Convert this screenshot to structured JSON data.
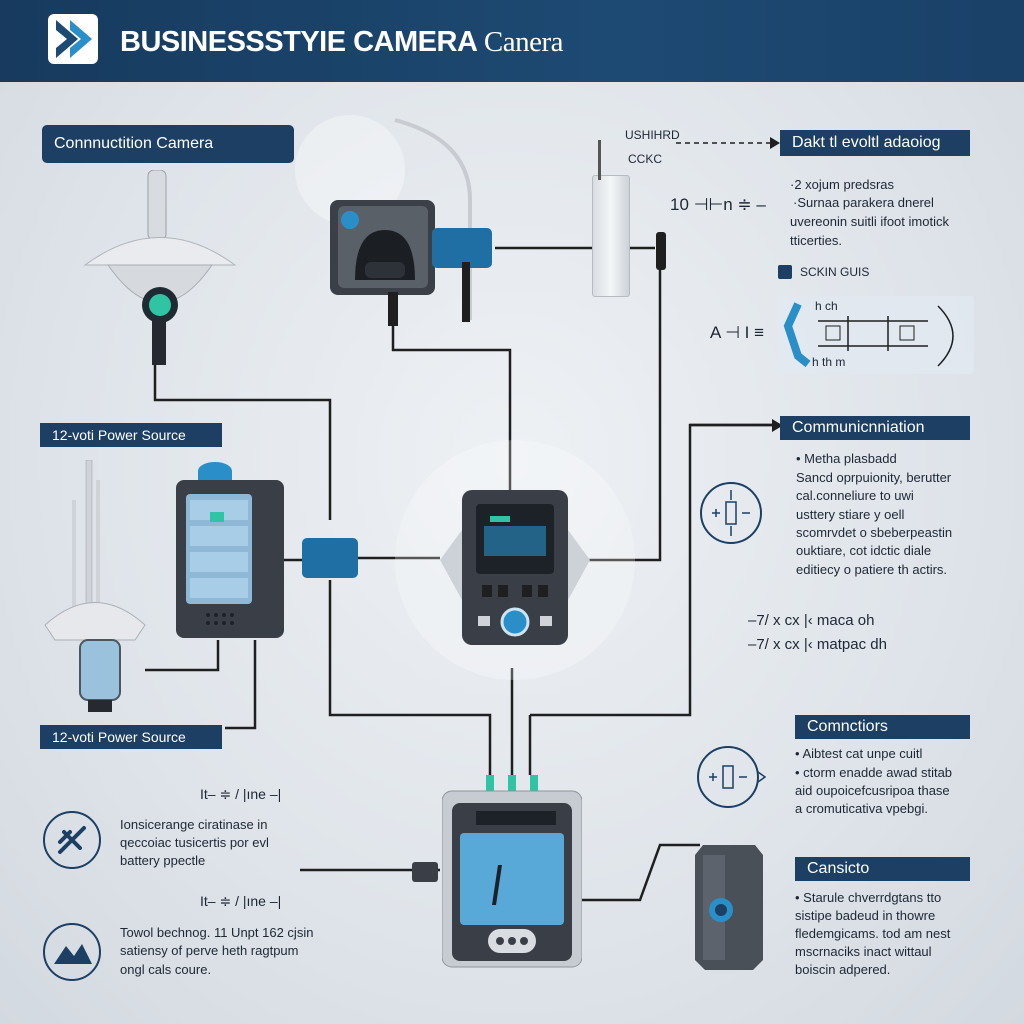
{
  "header": {
    "title_bold": "BUSINESSSTYIE CAMERA",
    "title_light": "Canera"
  },
  "labels": {
    "connection_camera": "Connnuctition Camera",
    "power_source_top": "12-voti Power Source",
    "power_source_bottom": "12-voti Power Source",
    "data_box": "Dakt tl evoltl adaoiog",
    "communication": "Communicnniation",
    "connections": "Comnctiors",
    "cansicto": "Cansicto",
    "ushrd_top": "USHIHRD",
    "ushrd_bottom": "CCKC",
    "scan_guis": "SCKIN GUIS"
  },
  "notes": {
    "data_lines": [
      "·2 xojum predsras",
      "·Surnaa parakera dnerel",
      "uvereonin suitli ifoot imotick",
      "tticerties."
    ],
    "comm_lines": [
      "• Metha plasbadd",
      "Sancd oprpuionity, berutter",
      "cal.conneliure to uwi",
      "usttery stiare y oell",
      "scomrvdet o sbeberpeastin",
      "ouktiare, cot idctic diale",
      "editiecy o patiere th actirs."
    ],
    "connections_lines": [
      "• Aibtest cat unpe cuitl",
      "• ctorm enadde awad stitab",
      "aid oupoicefcusripoa thase",
      "a cromuticativa vpebgi."
    ],
    "cansicto_lines": [
      "• Starule chverrdgtans tto",
      "sistipe badeud in thowre",
      "fledemgicams. tod am nest",
      "mscrnaciks inact wittaul",
      "boiscin adpered."
    ],
    "battery_lines": [
      "Ionsicerange ciratinase in",
      "qeccoiac tusicertis por evl",
      "battery ppectle"
    ],
    "tower_lines": [
      "Towol bechnog. 11 Unpt 162 cjsin",
      "satiensy of perve heth ragtpum",
      "ongl cals coure."
    ],
    "matpa_1": "–7/ x cx |‹ maca oh",
    "matpa_2": "–7/ x cx |‹ matpac dh",
    "formula_10": "10 ⊣⊢n ≑ –",
    "formula_a": "A ⊣ I ≡",
    "formula_it_1": "It– ≑ / |ıne –|",
    "formula_it_2": "It– ≑ / |ıne –|",
    "schem_top": "h        ch",
    "schem_bottom": "h     th   m"
  },
  "icons": {
    "logo": "chevron-logo-icon",
    "battery": "battery-crossed-icon",
    "tower": "mountain-signal-icon",
    "comm": "plus-minus-circle-icon",
    "connections": "plus-minus-circle-icon"
  },
  "colors": {
    "header": "#1d4a73",
    "tag": "#1c3f63",
    "accent": "#2a8fc8",
    "wire": "#1f1f1f",
    "device": "#3a3f47"
  }
}
